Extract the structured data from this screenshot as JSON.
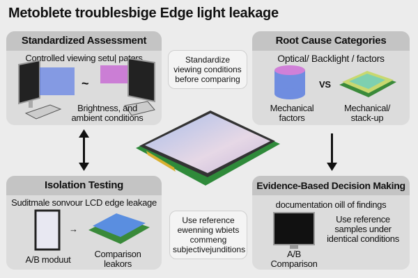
{
  "title": "Metoblete troublesbige Edge light leakage",
  "panels": {
    "standardized": {
      "title": "Standardized Assessment",
      "subtitle": "Controlled viewing setu| paters",
      "caption": "Brightness,  and ambient conditions",
      "arrow": "~"
    },
    "root_cause": {
      "title": "Root Cause Categories",
      "subtitle": "Optical/ Backlight / factors",
      "vs": "VS",
      "left_label": "Mechanical factors",
      "right_label": "Mechanical/ stack-up"
    },
    "isolation": {
      "title": "Isolation Testing",
      "subtitle": "Suditmale sonvour LCD edge leakage",
      "left_label": "A/B moduut",
      "right_label": "Comparison leakors"
    },
    "evidence": {
      "title": "Evidence-Based Decision Making",
      "subtitle": "documentation oill of findings",
      "note": "Use reference samples under identical conditions",
      "label": "A/B Comparison"
    }
  },
  "bubbles": {
    "top": "Standardize viewing conditions before comparing",
    "bottom": "Use reference ewenning wbiets commeng subjectivejunditions"
  }
}
